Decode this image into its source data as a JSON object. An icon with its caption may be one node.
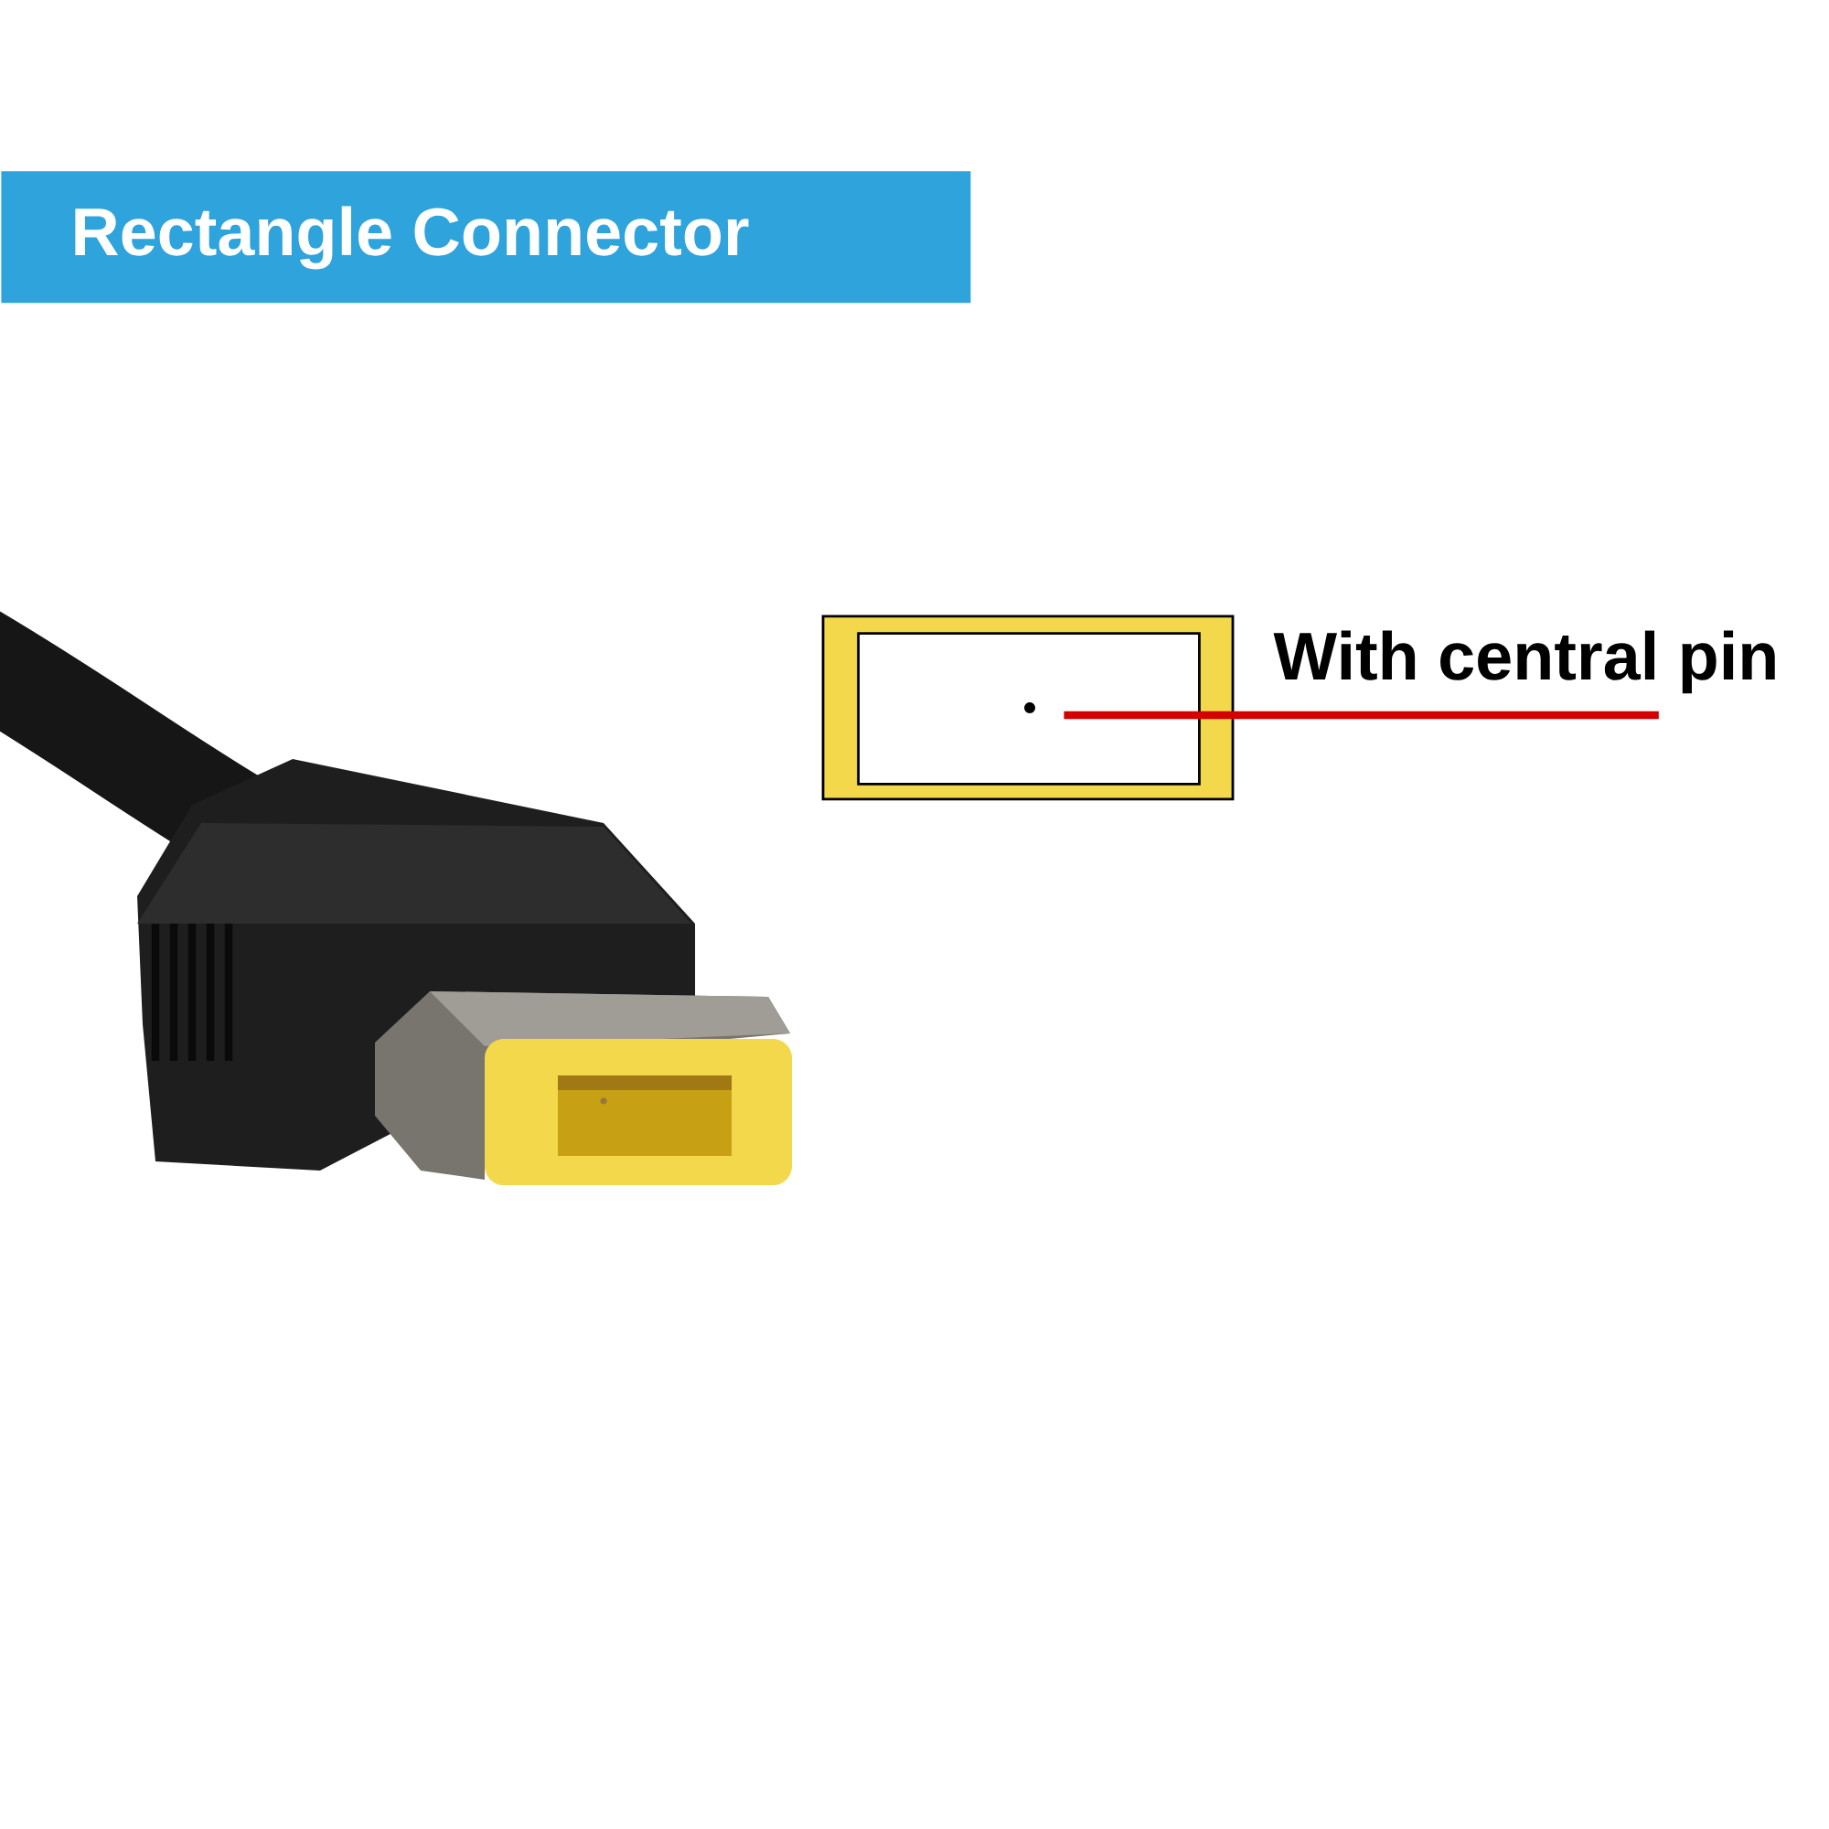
{
  "diagram": {
    "title": "Rectangle Connector",
    "nodes": [
      {
        "text": [
          "With central pin"
        ]
      },
      {
        "text": [],
        "shape": "box"
      },
      {
        "text": [],
        "shape": "circle",
        "in": 1
      }
    ],
    "edges": [
      {
        "from": 0,
        "to": 2,
        "arrow": "none",
        "color": "#d40000"
      }
    ]
  }
}
